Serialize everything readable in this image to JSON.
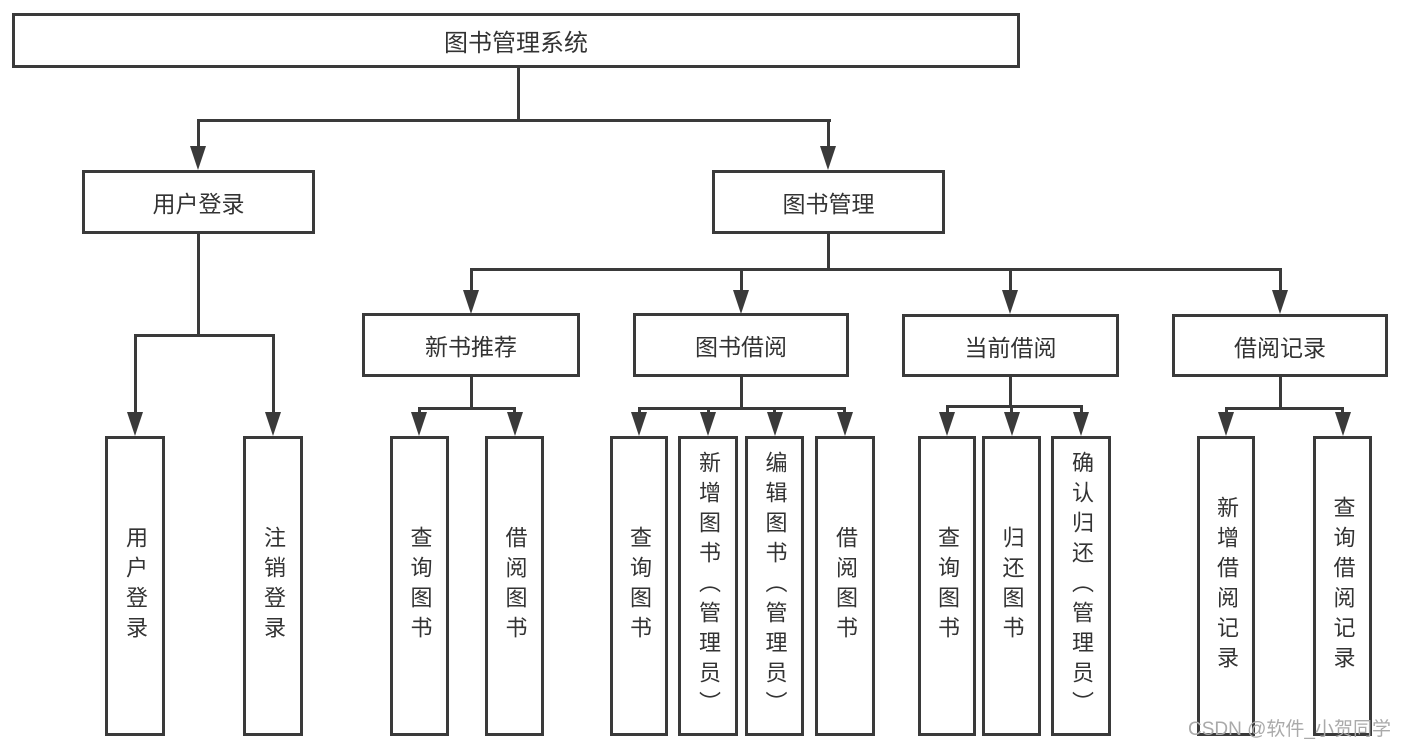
{
  "diagram": {
    "title_node": "图书管理系统",
    "nodes": {
      "root": {
        "label": "图书管理系统"
      },
      "userLogin": {
        "label": "用户登录"
      },
      "bookMgmt": {
        "label": "图书管理"
      },
      "newBookRec": {
        "label": "新书推荐"
      },
      "bookBorrow": {
        "label": "图书借阅"
      },
      "currentBorrow": {
        "label": "当前借阅"
      },
      "borrowRecords": {
        "label": "借阅记录"
      },
      "leafUserLogin": {
        "label": "用户登录"
      },
      "leafLogoutLogin": {
        "label": "注销登录"
      },
      "leafQueryBookRec": {
        "label": "查询图书"
      },
      "leafBorrowBookRec": {
        "label": "借阅图书"
      },
      "leafQueryBookBorrow": {
        "label": "查询图书"
      },
      "leafAddBookAdmin": {
        "label": "新增图书（管理员）"
      },
      "leafEditBookAdmin": {
        "label": "编辑图书（管理员）"
      },
      "leafBorrowBook": {
        "label": "借阅图书"
      },
      "leafQueryBookCurrent": {
        "label": "查询图书"
      },
      "leafReturnBook": {
        "label": "归还图书"
      },
      "leafConfirmReturnAdmin": {
        "label": "确认归还（管理员）"
      },
      "leafAddBorrowRecord": {
        "label": "新增借阅记录"
      },
      "leafQueryBorrowRecord": {
        "label": "查询借阅记录"
      }
    },
    "colors": {
      "line": "#3a3a3a",
      "text": "#333333",
      "watermark_text": "#aaaaaa"
    }
  },
  "watermark": {
    "text": "CSDN @软件_小贺同学"
  }
}
